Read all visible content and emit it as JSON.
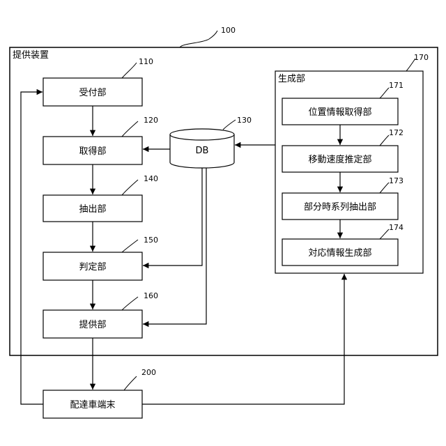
{
  "diagram": {
    "outer": {
      "ref": "100",
      "label": "提供装置"
    },
    "units": [
      {
        "ref": "110",
        "label": "受付部"
      },
      {
        "ref": "120",
        "label": "取得部"
      },
      {
        "ref": "140",
        "label": "抽出部"
      },
      {
        "ref": "150",
        "label": "判定部"
      },
      {
        "ref": "160",
        "label": "提供部"
      }
    ],
    "db": {
      "ref": "130",
      "label": "DB"
    },
    "generator": {
      "ref": "170",
      "label": "生成部",
      "units": [
        {
          "ref": "171",
          "label": "位置情報取得部"
        },
        {
          "ref": "172",
          "label": "移動速度推定部"
        },
        {
          "ref": "173",
          "label": "部分時系列抽出部"
        },
        {
          "ref": "174",
          "label": "対応情報生成部"
        }
      ]
    },
    "terminal": {
      "ref": "200",
      "label": "配達車端末"
    }
  }
}
